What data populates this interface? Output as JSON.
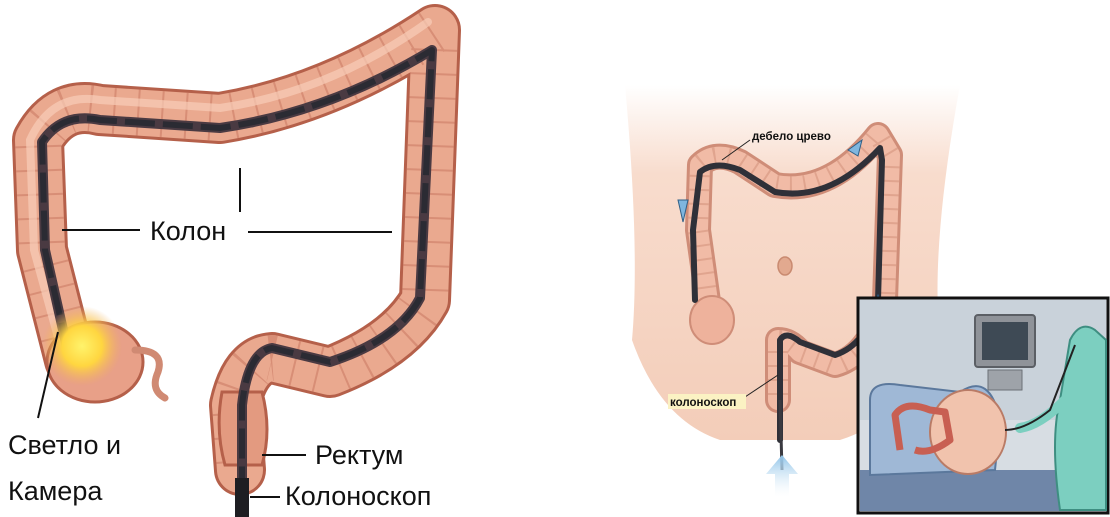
{
  "left_diagram": {
    "label_colon": "Колон",
    "label_light_line1": "Светло и",
    "label_light_line2": "Камера",
    "label_rectum": "Ректум",
    "label_colonoscope": "Колоноскоп"
  },
  "right_diagram": {
    "label_large_intestine": "дебело црево",
    "label_colonoscope": "колоноскоп"
  },
  "colors": {
    "colon_fill": "#e9a88f",
    "colon_outline": "#b5604a",
    "scope_dark": "#2b2b33",
    "skin": "#f6d7c6",
    "arrow_blue": "#7fb6df",
    "inset_bg": "#cfd8e0",
    "light_glow": "#ffd640"
  }
}
